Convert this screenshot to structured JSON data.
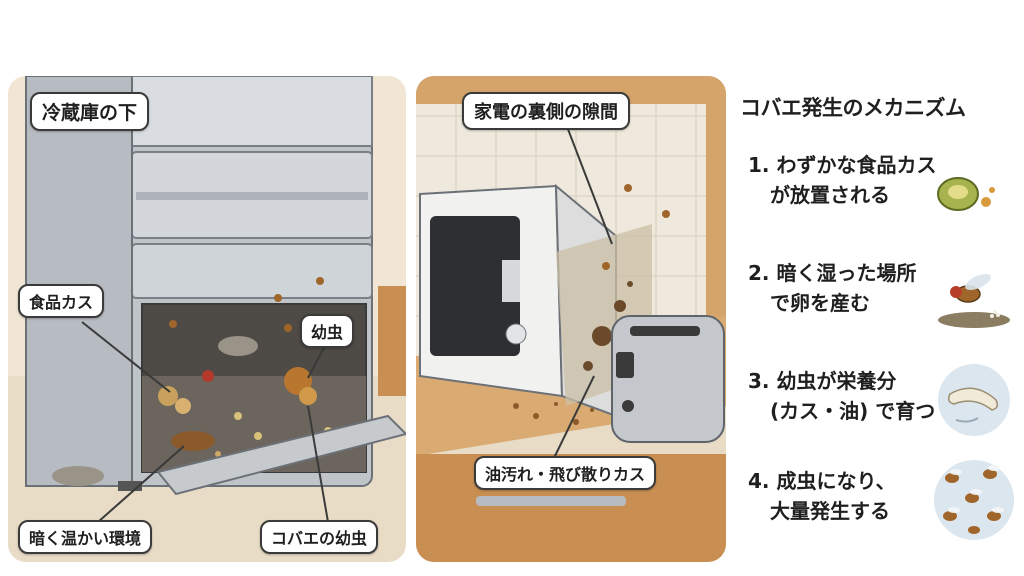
{
  "left_panel": {
    "title": "冷蔵庫の下",
    "labels": {
      "food_debris": "食品カス",
      "larvae": "幼虫",
      "environment": "暗く温かい環境",
      "fly_larvae": "コバエの幼虫"
    }
  },
  "right_panel": {
    "title": "家電の裏側の隙間",
    "labels": {
      "grease": "油汚れ・飛び散りカス"
    }
  },
  "mechanism": {
    "title": "コバエ発生のメカニズム",
    "steps": [
      {
        "line1": "1. わずかな食品カス",
        "line2": "が放置される",
        "icon": "food-scrap-icon"
      },
      {
        "line1": "2. 暗く湿った場所",
        "line2": "で卵を産む",
        "icon": "fly-laying-eggs-icon"
      },
      {
        "line1": "3. 幼虫が栄養分",
        "line2": "(カス・油) で育つ",
        "icon": "larva-icon"
      },
      {
        "line1": "4. 成虫になり、",
        "line2": "大量発生する",
        "icon": "fly-swarm-icon"
      }
    ]
  },
  "colors": {
    "steel": "#c9cdd1",
    "wood": "#c98f52",
    "debris": "#8a5a2b",
    "outline": "#3a3a3a"
  }
}
